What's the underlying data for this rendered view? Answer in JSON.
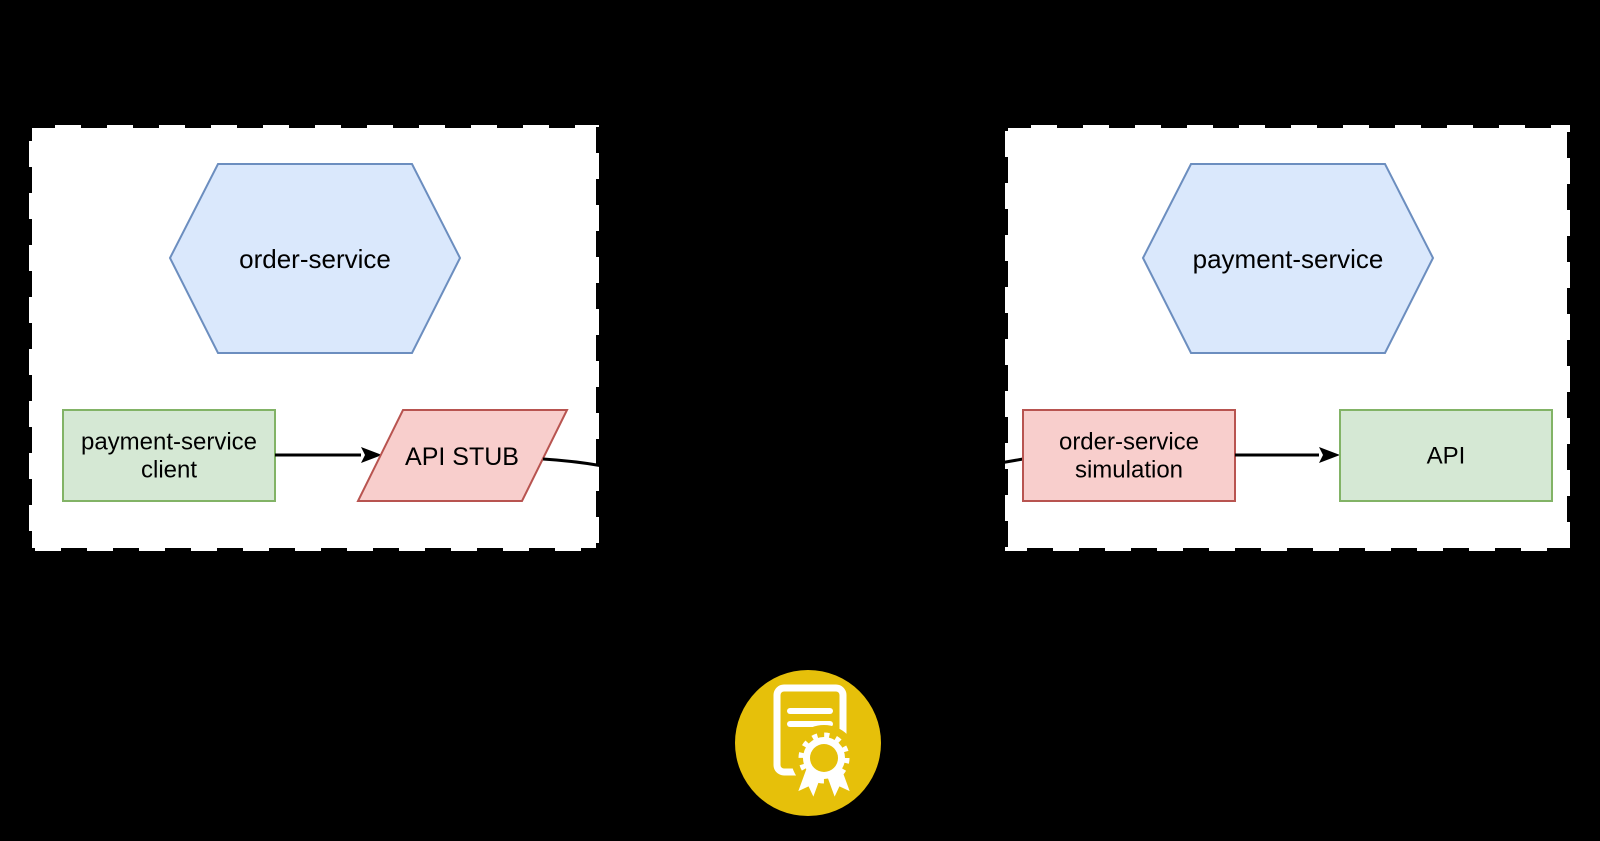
{
  "diagram": {
    "consumer": {
      "service": "order-service",
      "client_line1": "payment-service",
      "client_line2": "client",
      "stub": "API STUB"
    },
    "provider": {
      "service": "payment-service",
      "simulation_line1": "order-service",
      "simulation_line2": "simulation",
      "api": "API"
    },
    "icons": {
      "certificate": "certificate-icon"
    }
  },
  "colors": {
    "background": "#000000",
    "panel_fill": "#ffffff",
    "panel_border": "#000000",
    "service_fill": "#dae8fc",
    "service_stroke": "#6c8ebf",
    "green_fill": "#d5e8d4",
    "green_stroke": "#82b366",
    "red_fill": "#f8cecc",
    "red_stroke": "#b85450",
    "connector": "#000000",
    "certificate_gold": "#e6c00a",
    "certificate_glyph": "#ffffff"
  }
}
